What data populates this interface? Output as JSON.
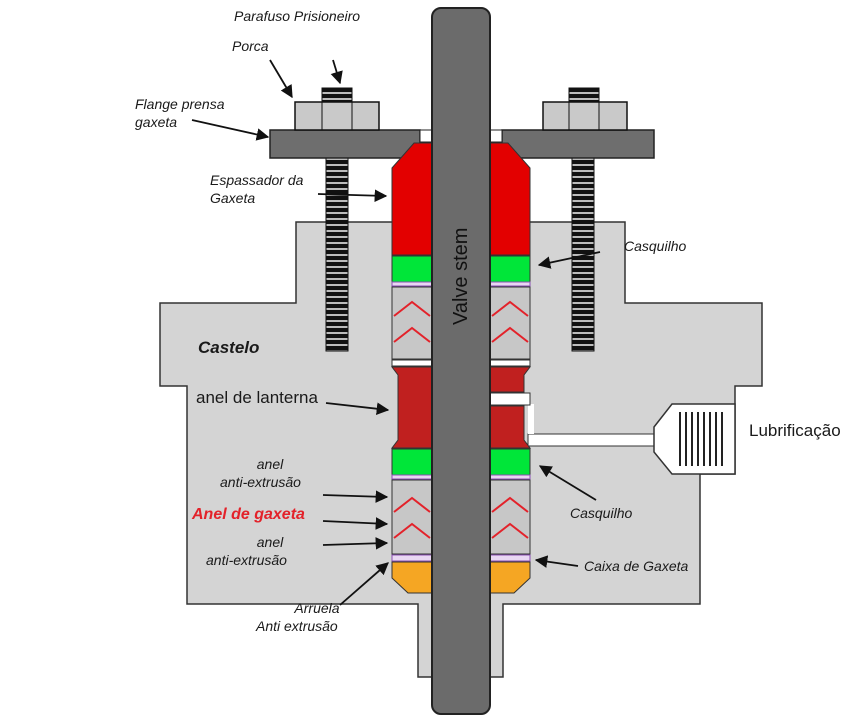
{
  "labels": {
    "parafuso_prisioneiro": "Parafuso Prisioneiro",
    "porca": "Porca",
    "flange_l1": "Flange prensa",
    "flange_l2": "gaxeta",
    "espassador_l1": "Espassador da",
    "espassador_l2": "Gaxeta",
    "casquilho_top": "Casquilho",
    "castelo": "Castelo",
    "anel_lanterna": "anel de lanterna",
    "lubrificacao": "Lubrificação",
    "anel_anti1_l1": "anel",
    "anel_anti1_l2": "anti-extrusão",
    "anel_gaxeta": "Anel de gaxeta",
    "anel_anti2_l1": "anel",
    "anel_anti2_l2": "anti-extrusão",
    "casquilho_bottom": "Casquilho",
    "caixa_gaxeta": "Caixa de Gaxeta",
    "arruela_l1": "Arruela",
    "arruela_l2": "Anti extrusão",
    "valve_stem": "Valve stem"
  },
  "colors": {
    "body": "#d4d4d4",
    "stem": "#6b6b6b",
    "flange": "#6e6e6e",
    "spacer_red": "#e30000",
    "lantern_red": "#c0201f",
    "ring_green": "#00e639",
    "packing_gray": "#c7c7c7",
    "chevron_red": "#e3222a",
    "washer_orange": "#f5a623",
    "accent_label_red": "#e3222a"
  }
}
